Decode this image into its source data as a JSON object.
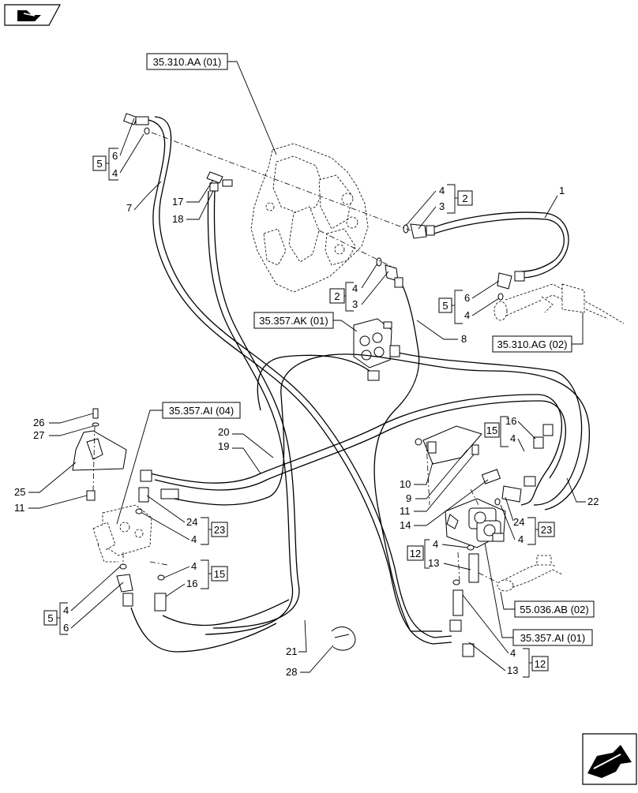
{
  "refs": {
    "r1": "35.310.AA (01)",
    "r2": "35.357.AK (01)",
    "r3": "35.310.AG (02)",
    "r4": "35.357.AI (04)",
    "r5": "55.036.AB (02)",
    "r6": "35.357.AI (01)"
  },
  "callouts": {
    "c1": "1",
    "c3": "3",
    "c3b": "3",
    "c4a": "4",
    "c4b": "4",
    "c4c": "4",
    "c4d": "4",
    "c4e": "4",
    "c4f": "4",
    "c4g": "4",
    "c4h": "4",
    "c4i": "4",
    "c4j": "4",
    "c4k": "4",
    "c6a": "6",
    "c6b": "6",
    "c6c": "6",
    "c7": "7",
    "c8": "8",
    "c9": "9",
    "c10": "10",
    "c11a": "11",
    "c11b": "11",
    "c13a": "13",
    "c13b": "13",
    "c14": "14",
    "c16a": "16",
    "c16b": "16",
    "c17": "17",
    "c18": "18",
    "c19": "19",
    "c20": "20",
    "c21": "21",
    "c22": "22",
    "c24a": "24",
    "c24b": "24",
    "c25": "25",
    "c26": "26",
    "c27": "27",
    "c28": "28"
  },
  "kits": {
    "k2a": "2",
    "k2b": "2",
    "k5a": "5",
    "k5b": "5",
    "k5c": "5",
    "k12a": "12",
    "k12b": "12",
    "k15a": "15",
    "k15b": "15",
    "k23a": "23",
    "k23b": "23"
  }
}
